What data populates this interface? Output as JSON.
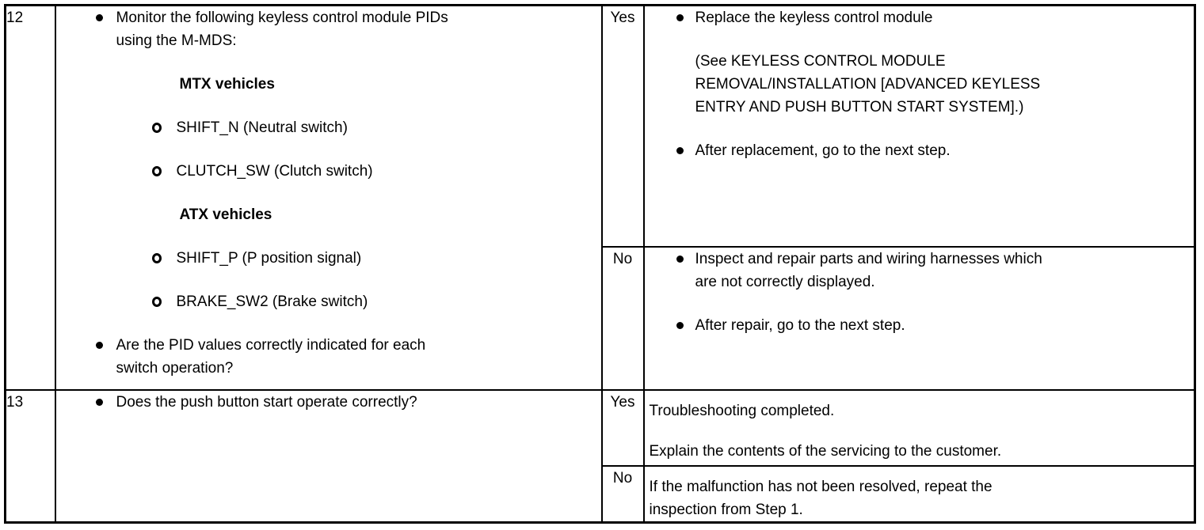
{
  "colors": {
    "text": "#000000",
    "border": "#000000",
    "background": "#ffffff"
  },
  "steps": [
    {
      "step": "12",
      "action": {
        "items": [
          {
            "kind": "bullet",
            "text": "Monitor the following keyless control module PIDs\nusing the M-MDS:"
          },
          {
            "kind": "heading",
            "text": "MTX vehicles"
          },
          {
            "kind": "circle",
            "text": "SHIFT_N (Neutral switch)"
          },
          {
            "kind": "circle",
            "text": "CLUTCH_SW (Clutch switch)"
          },
          {
            "kind": "heading",
            "text": "ATX vehicles"
          },
          {
            "kind": "circle",
            "text": "SHIFT_P (P position signal)"
          },
          {
            "kind": "circle",
            "text": "BRAKE_SW2 (Brake switch)"
          },
          {
            "kind": "bullet",
            "text": "Are the PID values correctly indicated for each\nswitch operation?"
          }
        ]
      },
      "yes": {
        "label": "Yes",
        "items": [
          {
            "kind": "bullet",
            "text": "Replace the keyless control module"
          },
          {
            "kind": "note",
            "text": "(See KEYLESS CONTROL MODULE\nREMOVAL/INSTALLATION [ADVANCED KEYLESS\nENTRY AND PUSH BUTTON START SYSTEM].)"
          },
          {
            "kind": "bullet",
            "text": "After replacement, go to the next step."
          }
        ]
      },
      "no": {
        "label": "No",
        "items": [
          {
            "kind": "bullet",
            "text": "Inspect and repair parts and wiring harnesses which\nare not correctly displayed."
          },
          {
            "kind": "bullet",
            "text": "After repair, go to the next step."
          }
        ]
      }
    },
    {
      "step": "13",
      "action": {
        "items": [
          {
            "kind": "bullet",
            "text": "Does the push button start operate correctly?"
          }
        ]
      },
      "yes": {
        "label": "Yes",
        "items": [
          {
            "kind": "plain",
            "text": "Troubleshooting completed."
          },
          {
            "kind": "plain",
            "text": "Explain the contents of the servicing to the customer."
          }
        ]
      },
      "no": {
        "label": "No",
        "items": [
          {
            "kind": "plain",
            "text": "If the malfunction has not been resolved, repeat the\ninspection from Step 1."
          }
        ]
      }
    }
  ]
}
